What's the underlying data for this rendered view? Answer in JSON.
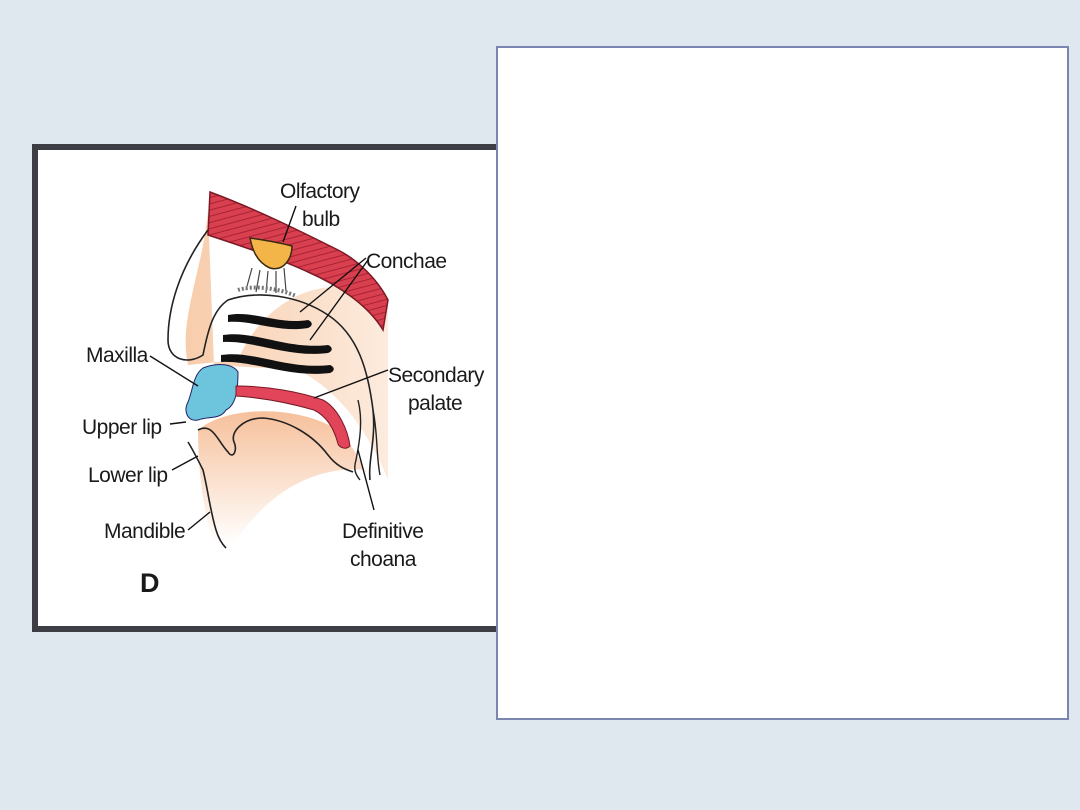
{
  "figure": {
    "labels": {
      "olfactory_bulb_l1": "Olfactory",
      "olfactory_bulb_l2": "bulb",
      "conchae": "Conchae",
      "maxilla": "Maxilla",
      "secondary_palate_l1": "Secondary",
      "secondary_palate_l2": "palate",
      "upper_lip": "Upper lip",
      "lower_lip": "Lower lip",
      "mandible": "Mandible",
      "definitive_choana_l1": "Definitive",
      "definitive_choana_l2": "choana",
      "panel_letter": "D"
    },
    "colors": {
      "cranial_wall": "#d9404f",
      "olfactory_bulb": "#f3b547",
      "maxilla": "#6cc5dc",
      "palate": "#e2455a",
      "tissue": "#f6c9a6",
      "frame_border": "#3d3e45",
      "panel_border": "#7a86b0",
      "background": "#dfe8ee"
    }
  },
  "text_panel": {}
}
